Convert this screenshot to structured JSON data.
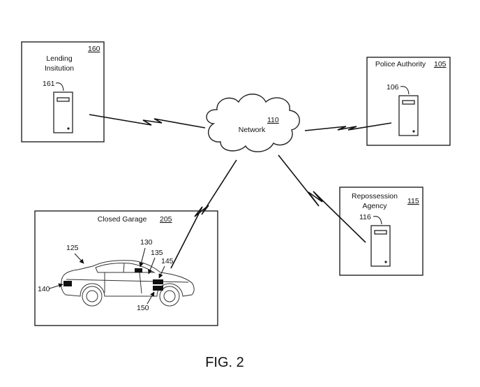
{
  "figure_label": "FIG. 2",
  "network": {
    "name": "Network",
    "ref": "110"
  },
  "lending": {
    "name_line1": "Lending",
    "name_line2": "Insitution",
    "ref": "160",
    "server_ref": "161"
  },
  "police": {
    "name": "Police Authority",
    "ref": "105",
    "server_ref": "106"
  },
  "repo": {
    "name_line1": "Repossession",
    "name_line2": "Agency",
    "ref": "115",
    "server_ref": "116"
  },
  "garage": {
    "name": "Closed Garage",
    "ref": "205",
    "vehicle_ref": "125",
    "refs": {
      "r130": "130",
      "r135": "135",
      "r145": "145",
      "r140": "140",
      "r150": "150"
    }
  }
}
